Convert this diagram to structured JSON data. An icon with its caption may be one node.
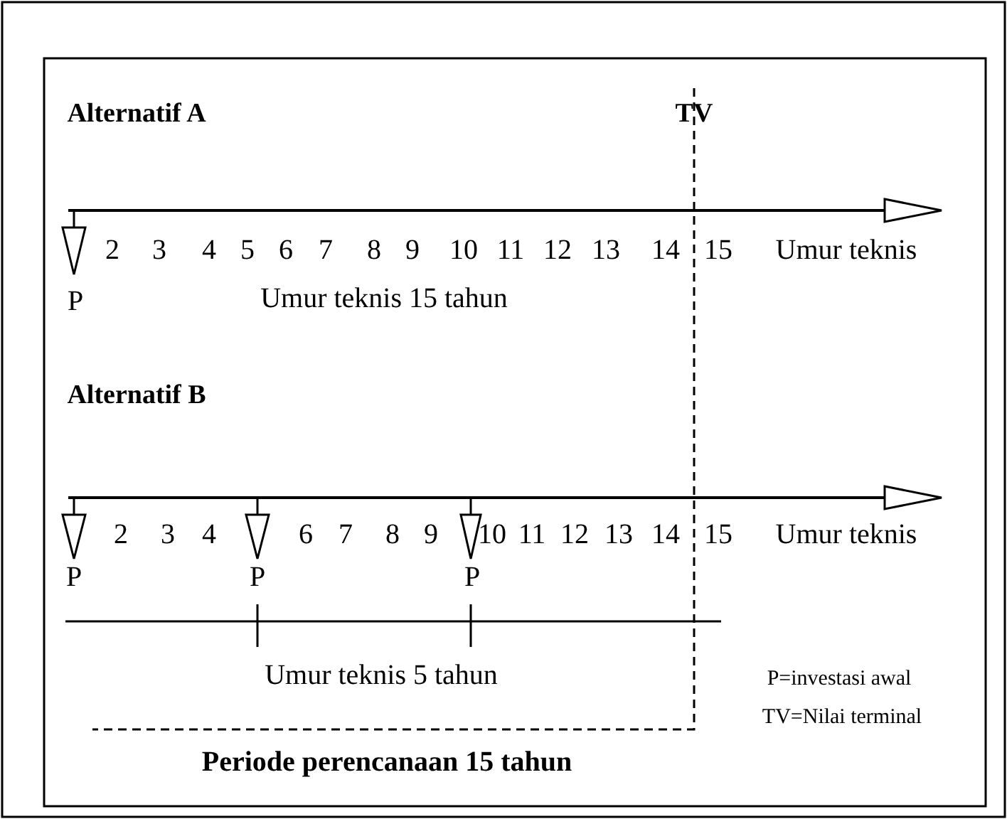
{
  "diagram": {
    "labels": [
      "Alternatif A",
      "TV",
      "2",
      "3",
      "4",
      "5",
      "6",
      "7",
      "8",
      "9",
      "10",
      "11",
      "12",
      "13",
      "14",
      "15",
      "Umur teknis",
      "P",
      "Umur teknis 15 tahun",
      "Alternatif B",
      "2",
      "3",
      "4",
      "6",
      "7",
      "8",
      "9",
      "10",
      "11",
      "12",
      "13",
      "14",
      "15",
      "Umur teknis",
      "P",
      "P",
      "P",
      "Umur teknis 5 tahun",
      "P=investasi awal",
      "TV=Nilai terminal",
      "Periode perencanaan 15 tahun"
    ]
  }
}
